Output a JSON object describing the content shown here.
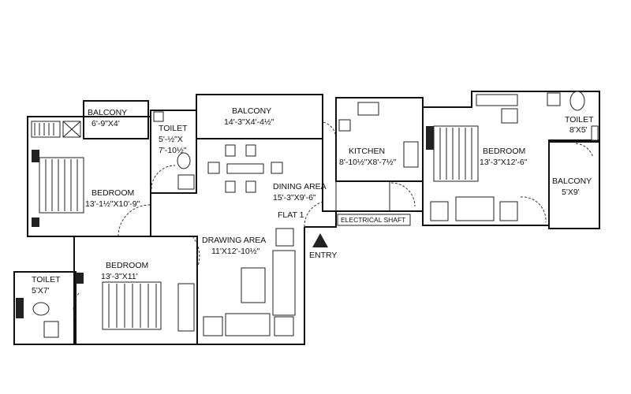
{
  "rooms": {
    "balcony_top_left": {
      "name": "BALCONY",
      "dim": "6'-9\"X4'"
    },
    "toilet_top": {
      "name": "TOILET",
      "dim1": "5'-½\"X",
      "dim2": "7'-10½\""
    },
    "balcony_top_center": {
      "name": "BALCONY",
      "dim": "14'-3\"X4'-4½\""
    },
    "kitchen": {
      "name": "KITCHEN",
      "dim": "8'-10½\"X8'-7½\""
    },
    "bedroom_left": {
      "name": "BEDROOM",
      "dim": "13'-1½\"X10'-9\""
    },
    "dining": {
      "name": "DINING AREA",
      "dim": "15'-3\"X9'-6\""
    },
    "bedroom_right": {
      "name": "BEDROOM",
      "dim": "13'-3\"X12'-6\""
    },
    "toilet_right": {
      "name": "TOILET",
      "dim": "8'X5'"
    },
    "balcony_right": {
      "name": "BALCONY",
      "dim": "5'X9'"
    },
    "drawing": {
      "name": "DRAWING AREA",
      "dim": "11'X12'-10½\""
    },
    "bedroom_bottom": {
      "name": "BEDROOM",
      "dim": "13'-3\"X11'"
    },
    "toilet_bottom": {
      "name": "TOILET",
      "dim": "5'X7'"
    }
  },
  "labels": {
    "flat": "FLAT 1",
    "entry": "ENTRY",
    "shaft": "ELECTRICAL SHAFT"
  }
}
